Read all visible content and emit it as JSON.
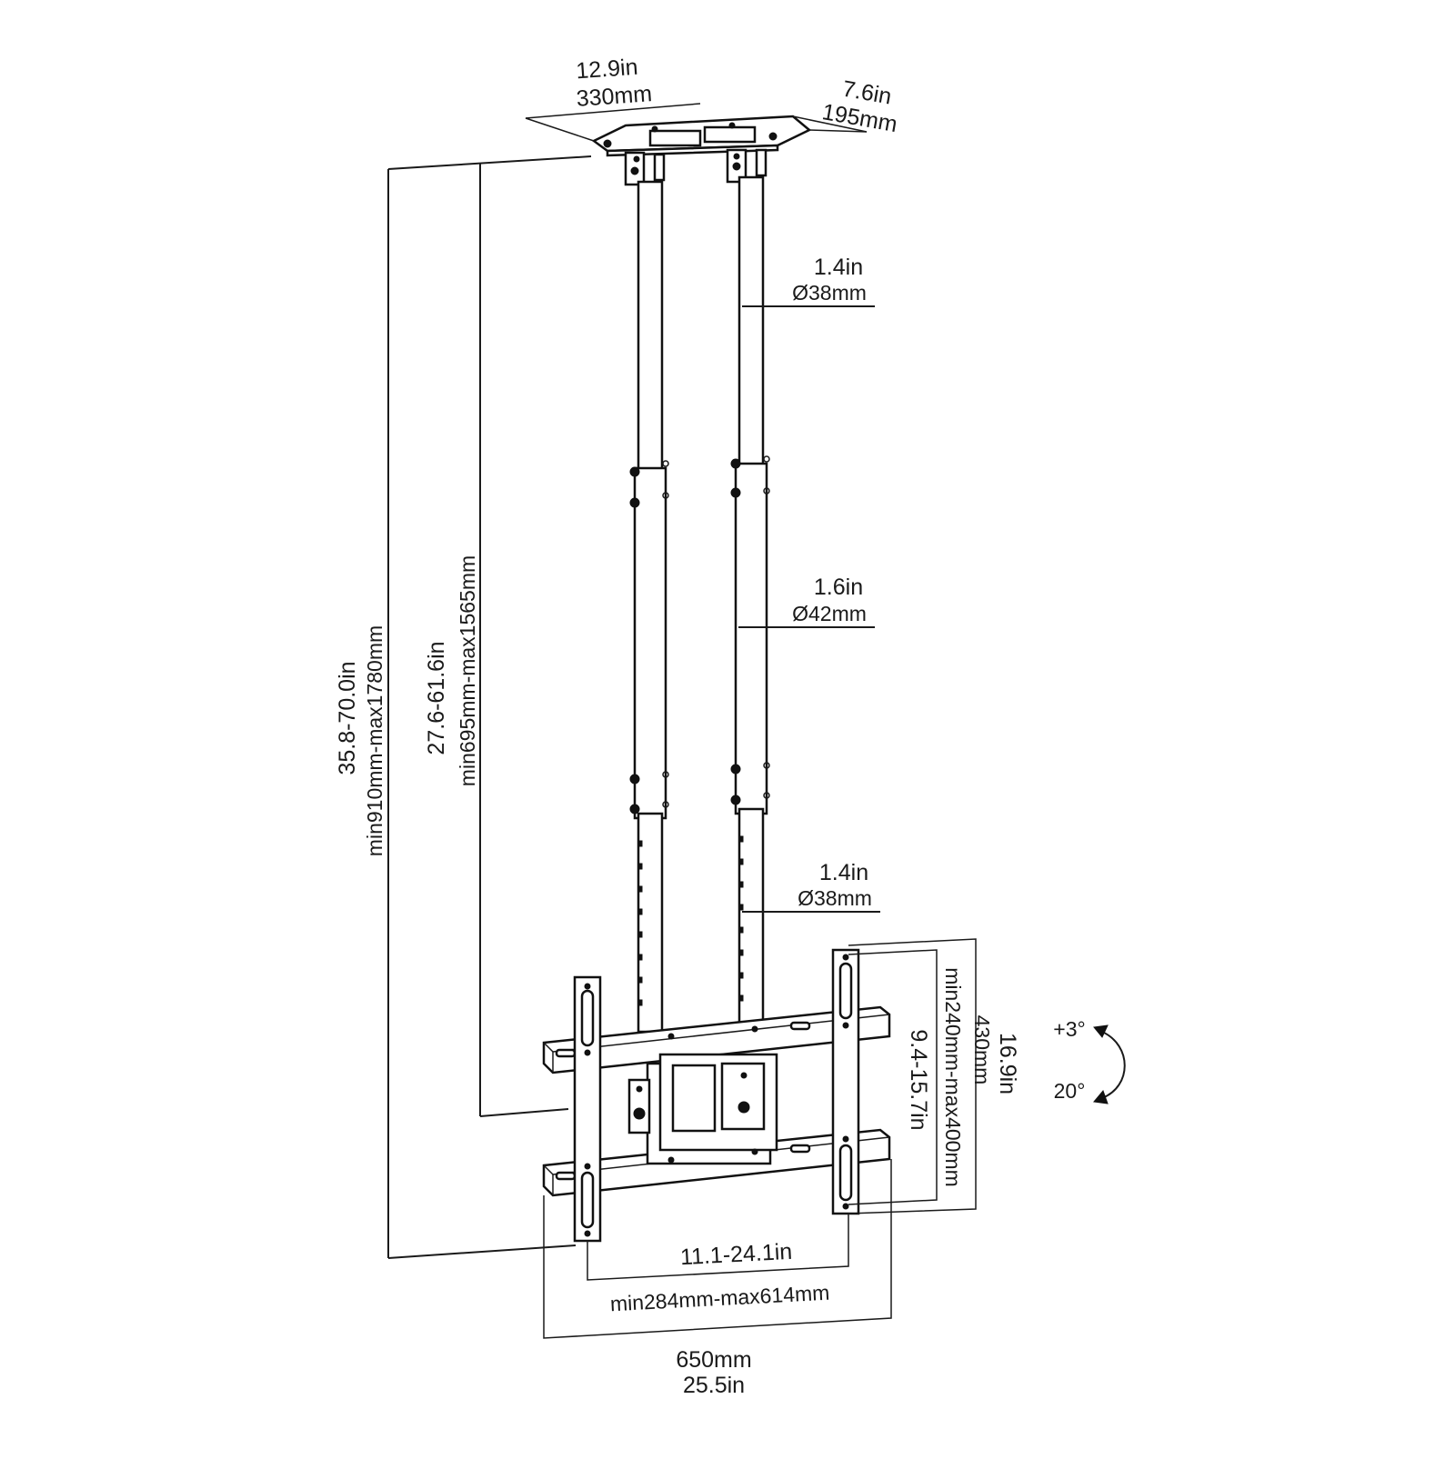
{
  "diagram": {
    "top_plate_width": {
      "in": "12.9in",
      "mm": "330mm"
    },
    "top_plate_depth": {
      "in": "7.6in",
      "mm": "195mm"
    },
    "upper_pole_diameter": {
      "in": "1.4in",
      "mm": "Ø38mm"
    },
    "middle_pole_diameter": {
      "in": "1.6in",
      "mm": "Ø42mm"
    },
    "lower_pole_diameter": {
      "in": "1.4in",
      "mm": "Ø38mm"
    },
    "overall_height": {
      "in": "35.8-70.0in",
      "mm": "min910mm-max1780mm"
    },
    "pole_height": {
      "in": "27.6-61.6in",
      "mm": "min695mm-max1565mm"
    },
    "vesa_vertical_range": {
      "in": "9.4-15.7in",
      "mm": "min240mm-max400mm"
    },
    "bracket_height": {
      "in": "16.9in",
      "mm": "430mm"
    },
    "vesa_horizontal_range": {
      "in": "11.1-24.1in",
      "mm": "min284mm-max614mm"
    },
    "bracket_width": {
      "mm": "650mm",
      "in": "25.5in"
    },
    "tilt": {
      "up": "+3°",
      "down": "20°"
    }
  }
}
